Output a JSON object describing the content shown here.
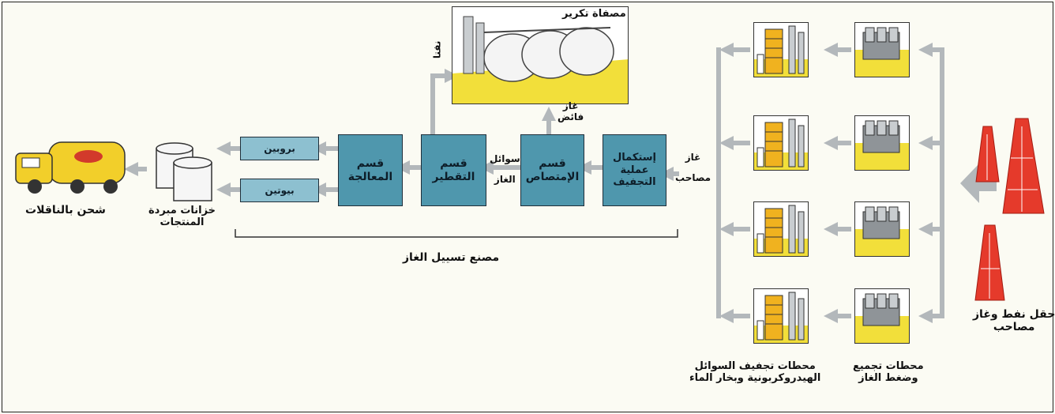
{
  "colors": {
    "tower_red": "#e53a2b",
    "process_box": "#4f97ad",
    "product_box": "#8dc0d0",
    "ground_yellow": "#f2df3a",
    "dryer_orange": "#f0b21f",
    "pipe_gray": "#b3b8bb"
  },
  "field": {
    "label_line1": "حقل نفط وغاز",
    "label_line2": "مصاحب"
  },
  "compression": {
    "label_line1": "محطات تجميع",
    "label_line2": "وضغط الغاز"
  },
  "dehydration": {
    "label_line1": "محطات تجفيف السوائل",
    "label_line2": "الهيدروكربونية وبخار الماء"
  },
  "associated_gas": {
    "label_line1": "غاز",
    "label_line2": "مصاحب"
  },
  "processes": {
    "drying": {
      "label_line1": "إستكمال",
      "label_line2": "عملية",
      "label_line3": "التجفيف"
    },
    "absorption": {
      "label_line1": "قسم",
      "label_line2": "الإمتصاص"
    },
    "fractionation": {
      "label_line1": "قسم",
      "label_line2": "التقطير"
    },
    "treatment": {
      "label_line1": "قسم",
      "label_line2": "المعالجة"
    }
  },
  "flows": {
    "surplus_gas": {
      "line1": "غاز",
      "line2": "فائض"
    },
    "gas_liquids": {
      "line1": "سوائل",
      "line2": "الغاز"
    },
    "naphtha": "نفتا"
  },
  "refinery": {
    "label": "مصفاة تكرير"
  },
  "products": {
    "propane": "بروبين",
    "butane": "بيوتين"
  },
  "storage": {
    "label_line1": "خزانات مبردة",
    "label_line2": "المنتجات"
  },
  "shipping": {
    "label": "شحن بالناقلات"
  },
  "plant": {
    "label": "مصنع تسييل الغاز"
  },
  "icons": [
    "oil-rig-icon",
    "compressor-station-icon",
    "dehydration-unit-icon",
    "refinery-icon",
    "refrigerated-tank-icon",
    "tanker-truck-icon"
  ]
}
